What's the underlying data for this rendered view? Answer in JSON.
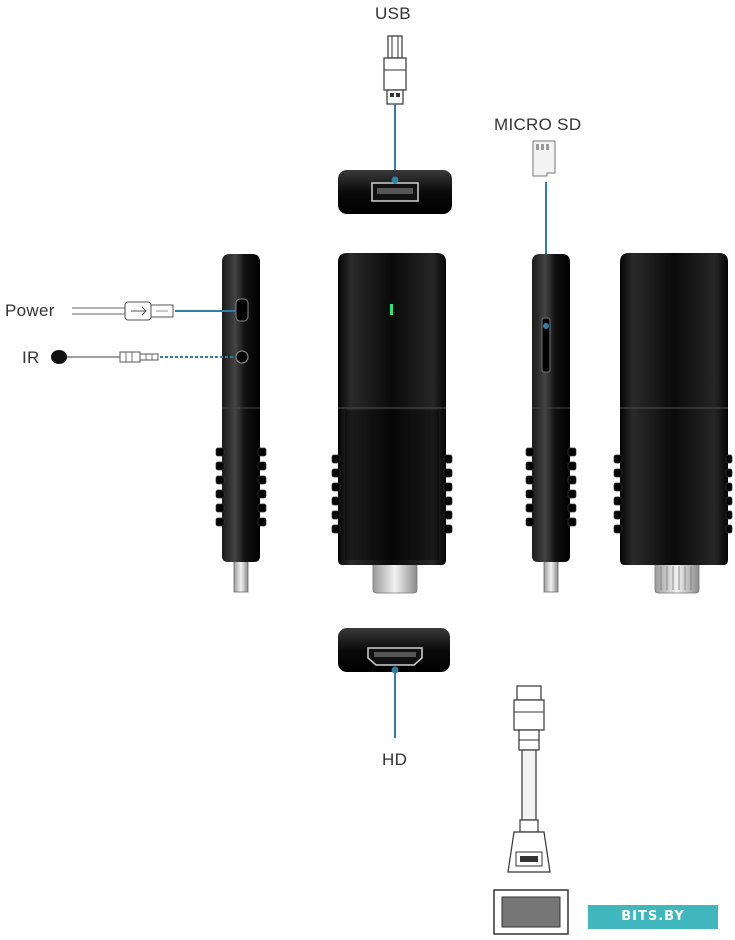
{
  "labels": {
    "usb": "USB",
    "micro_sd": "MICRO SD",
    "power": "Power",
    "ir": "IR",
    "hd": "HD"
  },
  "watermark": "BITS.BY",
  "colors": {
    "leader_line": "#2f7fa6",
    "device_body": "#0b0b0b",
    "led": "#2ee27a",
    "watermark_bg": "#3fb7bd"
  },
  "icons": [
    "usb-plug-icon",
    "micro-sd-card-icon",
    "micro-usb-cable-icon",
    "ir-cable-icon",
    "hdmi-extension-cable-icon",
    "tv-icon"
  ]
}
